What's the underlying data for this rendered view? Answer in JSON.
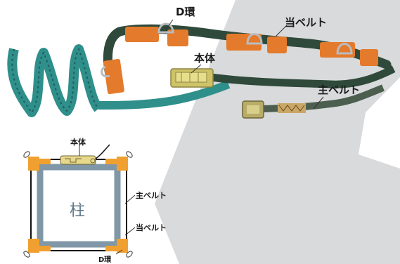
{
  "photo": {
    "labels": {
      "d_ring": "D環",
      "pad_belt": "当ベルト",
      "body": "本体",
      "main_belt": "主ベルト"
    }
  },
  "diagram": {
    "pillar_label": "柱",
    "labels": {
      "body": "本体",
      "main_belt": "主ベルト",
      "pad_belt": "当ベルト",
      "d_ring": "D環"
    }
  },
  "colors": {
    "background_shape": "#d9dadc",
    "strap_dark": "#2f4a3a",
    "strap_teal": "#2f8f8a",
    "pad_orange": "#e47a2c",
    "pillar_blue": "#7f97a6",
    "buckle_yellow": "#cfc36a",
    "metal": "#b8bcc0"
  }
}
